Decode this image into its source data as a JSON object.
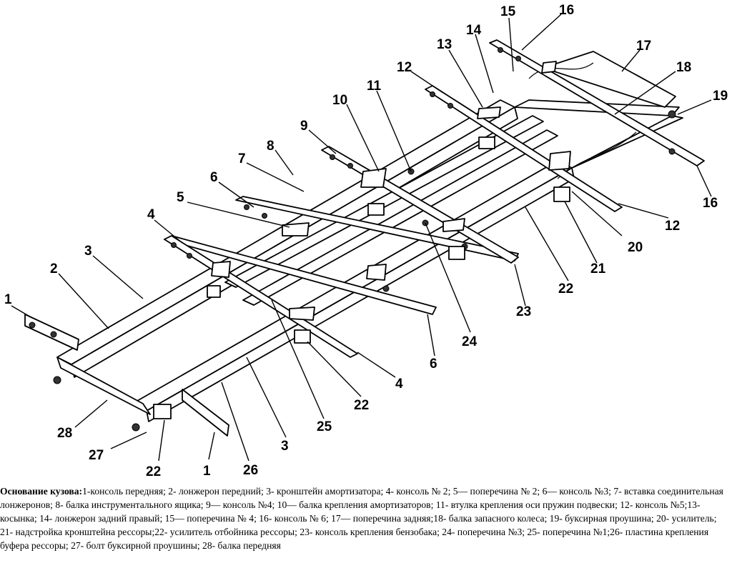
{
  "caption": {
    "title": "Основание кузова:",
    "text": "1-консоль передняя; 2- лонжерон передний; 3- кронштейн амортизатора; 4- консоль № 2; 5— поперечина № 2; 6— консоль №3; 7- вставка соединительная лонжеронов; 8- балка инструментального ящика; 9— консоль №4; 10— балка крепления амортизаторов; 11- втулка крепления оси пружин подвески; 12- консоль №5;13- косынка; 14- лонжерон задний правый; 15— поперечина № 4; 16- консоль № 6; 17— поперечина задняя;18- балка запасного колеса; 19- буксирная проушина; 20- усилитель; 21- надстройка кронштейна рессоры;22- усилитель отбойника рессоры; 23- консоль крепления бензобака; 24- поперечина №3; 25- поперечина №1;26- пластина крепления буфера рессоры; 27- болт буксирной проушины; 28- балка передняя"
  },
  "callouts": [
    "1",
    "2",
    "3",
    "4",
    "5",
    "6",
    "7",
    "8",
    "9",
    "10",
    "11",
    "12",
    "13",
    "14",
    "15",
    "16",
    "17",
    "18",
    "19",
    "20",
    "21",
    "22",
    "23",
    "24",
    "25",
    "26",
    "27",
    "28",
    "16",
    "12",
    "6",
    "4",
    "22",
    "3",
    "1",
    "22"
  ]
}
